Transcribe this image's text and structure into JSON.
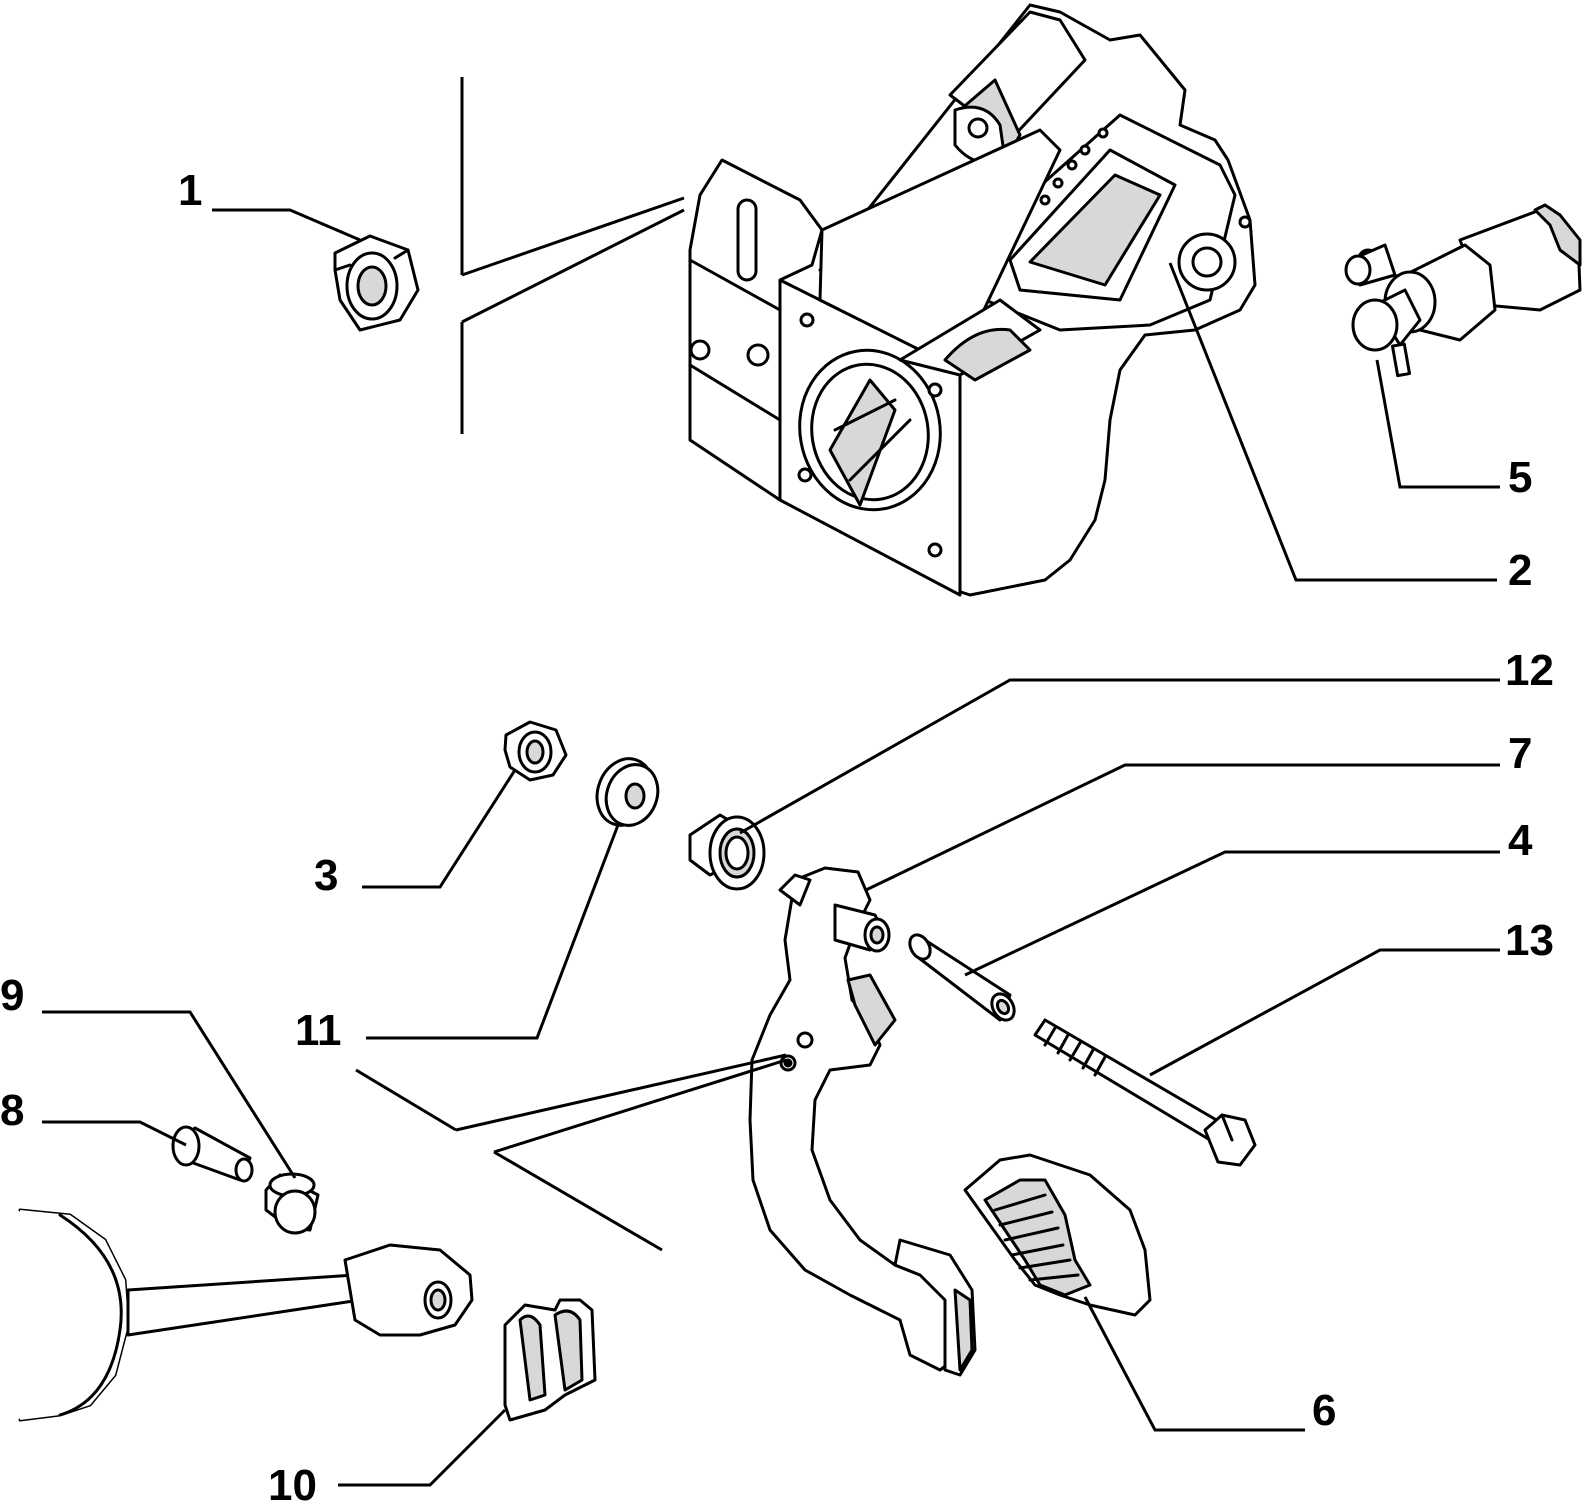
{
  "diagram": {
    "callouts": {
      "c1": "1",
      "c2": "2",
      "c3": "3",
      "c4": "4",
      "c5": "5",
      "c6": "6",
      "c7": "7",
      "c8": "8",
      "c9": "9",
      "c10": "10",
      "c11": "11",
      "c12": "12",
      "c13": "13"
    }
  },
  "colors": {
    "line": "#000000",
    "background": "#ffffff"
  }
}
